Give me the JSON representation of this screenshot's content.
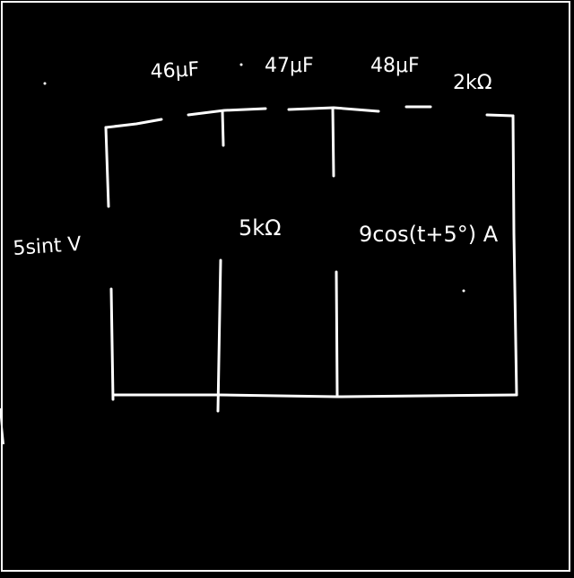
{
  "circuit": {
    "capacitor_1": "46μF",
    "capacitor_2": "47μF",
    "capacitor_3": "48μF",
    "resistor_series": "2kΩ",
    "resistor_shunt": "5kΩ",
    "voltage_source": "5sint V",
    "current_source": "9cos(t+5°) A"
  },
  "colors": {
    "background": "#000000",
    "ink": "#ffffff"
  }
}
